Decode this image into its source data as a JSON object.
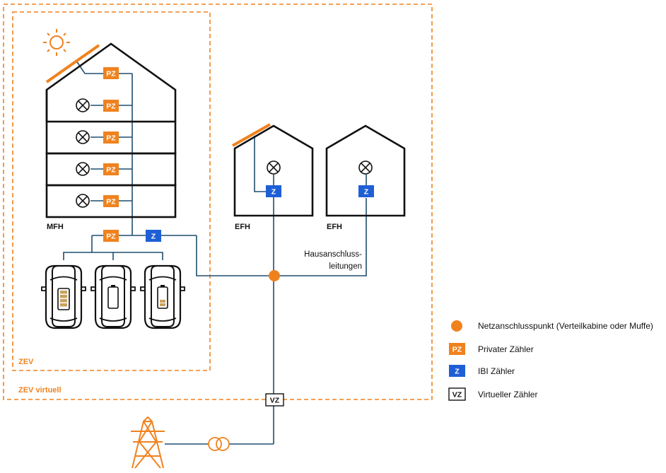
{
  "colors": {
    "orange": "#f0821e",
    "blue": "#1f5fd6",
    "line": "#1e4f6e",
    "black": "#111111"
  },
  "labels": {
    "mfh": "MFH",
    "efh_1": "EFH",
    "efh_2": "EFH",
    "hausanschluss_line1": "Hausanschluss-",
    "hausanschluss_line2": "leitungen",
    "zev": "ZEV",
    "zev_virtuell": "ZEV virtuell"
  },
  "meters": {
    "pz": "PZ",
    "z": "Z",
    "vz": "VZ"
  },
  "legend": {
    "connection_point": "Netzanschlusspunkt (Verteilkabine oder Muffe)",
    "private_meter": "Privater Zähler",
    "ibi_meter": "IBI Zähler",
    "virtual_meter": "Virtueller Zähler"
  },
  "icons": [
    "sun-icon",
    "solar-panel-icon",
    "lamp-icon",
    "car-icon",
    "battery-icon",
    "power-pylon-icon",
    "transformer-icon",
    "connection-point-icon"
  ]
}
